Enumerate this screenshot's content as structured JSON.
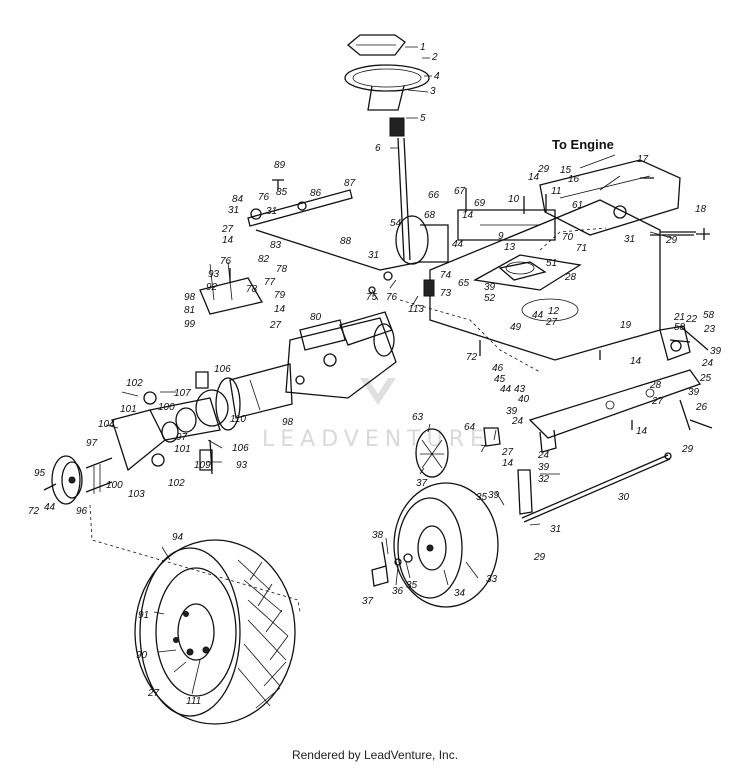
{
  "header": {
    "engine_label": "To Engine"
  },
  "watermark": {
    "text": "LEADVENTURE"
  },
  "footer": {
    "credit": "Rendered by LeadVenture, Inc."
  },
  "callouts": [
    {
      "id": "1",
      "t": "1"
    },
    {
      "id": "2",
      "t": "2"
    },
    {
      "id": "4",
      "t": "4"
    },
    {
      "id": "3",
      "t": "3"
    },
    {
      "id": "5",
      "t": "5"
    },
    {
      "id": "6",
      "t": "6"
    },
    {
      "id": "17",
      "t": "17"
    },
    {
      "id": "29a",
      "t": "29"
    },
    {
      "id": "15",
      "t": "15"
    },
    {
      "id": "14a",
      "t": "14"
    },
    {
      "id": "16",
      "t": "16"
    },
    {
      "id": "11",
      "t": "11"
    },
    {
      "id": "61",
      "t": "61"
    },
    {
      "id": "18",
      "t": "18"
    },
    {
      "id": "31a",
      "t": "31"
    },
    {
      "id": "29b",
      "t": "29"
    },
    {
      "id": "89",
      "t": "89"
    },
    {
      "id": "87",
      "t": "87"
    },
    {
      "id": "84",
      "t": "84"
    },
    {
      "id": "76a",
      "t": "76"
    },
    {
      "id": "85",
      "t": "85"
    },
    {
      "id": "86",
      "t": "86"
    },
    {
      "id": "31b",
      "t": "31"
    },
    {
      "id": "31c",
      "t": "31"
    },
    {
      "id": "27a",
      "t": "27"
    },
    {
      "id": "14b",
      "t": "14"
    },
    {
      "id": "83",
      "t": "83"
    },
    {
      "id": "88",
      "t": "88"
    },
    {
      "id": "76b",
      "t": "76"
    },
    {
      "id": "82",
      "t": "82"
    },
    {
      "id": "78a",
      "t": "78"
    },
    {
      "id": "93a",
      "t": "93"
    },
    {
      "id": "77",
      "t": "77"
    },
    {
      "id": "92",
      "t": "92"
    },
    {
      "id": "78b",
      "t": "78"
    },
    {
      "id": "79",
      "t": "79"
    },
    {
      "id": "98a",
      "t": "98"
    },
    {
      "id": "81",
      "t": "81"
    },
    {
      "id": "14c",
      "t": "14"
    },
    {
      "id": "99",
      "t": "99"
    },
    {
      "id": "27b",
      "t": "27"
    },
    {
      "id": "80",
      "t": "80"
    },
    {
      "id": "66",
      "t": "66"
    },
    {
      "id": "67",
      "t": "67"
    },
    {
      "id": "69",
      "t": "69"
    },
    {
      "id": "10",
      "t": "10"
    },
    {
      "id": "14d",
      "t": "14"
    },
    {
      "id": "68",
      "t": "68"
    },
    {
      "id": "54",
      "t": "54"
    },
    {
      "id": "9",
      "t": "9"
    },
    {
      "id": "13",
      "t": "13"
    },
    {
      "id": "70",
      "t": "70"
    },
    {
      "id": "71",
      "t": "71"
    },
    {
      "id": "44a",
      "t": "44"
    },
    {
      "id": "31d",
      "t": "31"
    },
    {
      "id": "51",
      "t": "51"
    },
    {
      "id": "74",
      "t": "74"
    },
    {
      "id": "28a",
      "t": "28"
    },
    {
      "id": "65",
      "t": "65"
    },
    {
      "id": "75",
      "t": "75"
    },
    {
      "id": "76c",
      "t": "76"
    },
    {
      "id": "73",
      "t": "73"
    },
    {
      "id": "113",
      "t": "113"
    },
    {
      "id": "39a",
      "t": "39"
    },
    {
      "id": "52",
      "t": "52"
    },
    {
      "id": "44b",
      "t": "44"
    },
    {
      "id": "12",
      "t": "12"
    },
    {
      "id": "27c",
      "t": "27"
    },
    {
      "id": "49",
      "t": "49"
    },
    {
      "id": "19",
      "t": "19"
    },
    {
      "id": "72a",
      "t": "72"
    },
    {
      "id": "21",
      "t": "21"
    },
    {
      "id": "58a",
      "t": "58"
    },
    {
      "id": "22",
      "t": "22"
    },
    {
      "id": "58b",
      "t": "58"
    },
    {
      "id": "23",
      "t": "23"
    },
    {
      "id": "39b",
      "t": "39"
    },
    {
      "id": "24a",
      "t": "24"
    },
    {
      "id": "14e",
      "t": "14"
    },
    {
      "id": "25",
      "t": "25"
    },
    {
      "id": "46",
      "t": "46"
    },
    {
      "id": "45",
      "t": "45"
    },
    {
      "id": "44c",
      "t": "44"
    },
    {
      "id": "43",
      "t": "43"
    },
    {
      "id": "28b",
      "t": "28"
    },
    {
      "id": "40",
      "t": "40"
    },
    {
      "id": "39c",
      "t": "39"
    },
    {
      "id": "27d",
      "t": "27"
    },
    {
      "id": "39d",
      "t": "39"
    },
    {
      "id": "26",
      "t": "26"
    },
    {
      "id": "24b",
      "t": "24"
    },
    {
      "id": "14f",
      "t": "14"
    },
    {
      "id": "106a",
      "t": "106"
    },
    {
      "id": "102a",
      "t": "102"
    },
    {
      "id": "107",
      "t": "107"
    },
    {
      "id": "101a",
      "t": "101"
    },
    {
      "id": "100a",
      "t": "100"
    },
    {
      "id": "110",
      "t": "110"
    },
    {
      "id": "98b",
      "t": "98"
    },
    {
      "id": "104",
      "t": "104"
    },
    {
      "id": "97a",
      "t": "97"
    },
    {
      "id": "101b",
      "t": "101"
    },
    {
      "id": "106b",
      "t": "106"
    },
    {
      "id": "97b",
      "t": "97"
    },
    {
      "id": "109",
      "t": "109"
    },
    {
      "id": "93b",
      "t": "93"
    },
    {
      "id": "102b",
      "t": "102"
    },
    {
      "id": "95",
      "t": "95"
    },
    {
      "id": "100b",
      "t": "100"
    },
    {
      "id": "103",
      "t": "103"
    },
    {
      "id": "72b",
      "t": "72"
    },
    {
      "id": "44d",
      "t": "44"
    },
    {
      "id": "96",
      "t": "96"
    },
    {
      "id": "63",
      "t": "63"
    },
    {
      "id": "64",
      "t": "64"
    },
    {
      "id": "7",
      "t": "7"
    },
    {
      "id": "37a",
      "t": "37"
    },
    {
      "id": "27e",
      "t": "27"
    },
    {
      "id": "14g",
      "t": "14"
    },
    {
      "id": "24c",
      "t": "24"
    },
    {
      "id": "39e",
      "t": "39"
    },
    {
      "id": "32",
      "t": "32"
    },
    {
      "id": "29c",
      "t": "29"
    },
    {
      "id": "30",
      "t": "30"
    },
    {
      "id": "35a",
      "t": "35"
    },
    {
      "id": "39f",
      "t": "39"
    },
    {
      "id": "31e",
      "t": "31"
    },
    {
      "id": "29d",
      "t": "29"
    },
    {
      "id": "38",
      "t": "38"
    },
    {
      "id": "36",
      "t": "36"
    },
    {
      "id": "35b",
      "t": "35"
    },
    {
      "id": "33",
      "t": "33"
    },
    {
      "id": "34",
      "t": "34"
    },
    {
      "id": "37b",
      "t": "37"
    },
    {
      "id": "94",
      "t": "94"
    },
    {
      "id": "91",
      "t": "91"
    },
    {
      "id": "90",
      "t": "90"
    },
    {
      "id": "27f",
      "t": "27"
    },
    {
      "id": "111",
      "t": "111"
    }
  ]
}
